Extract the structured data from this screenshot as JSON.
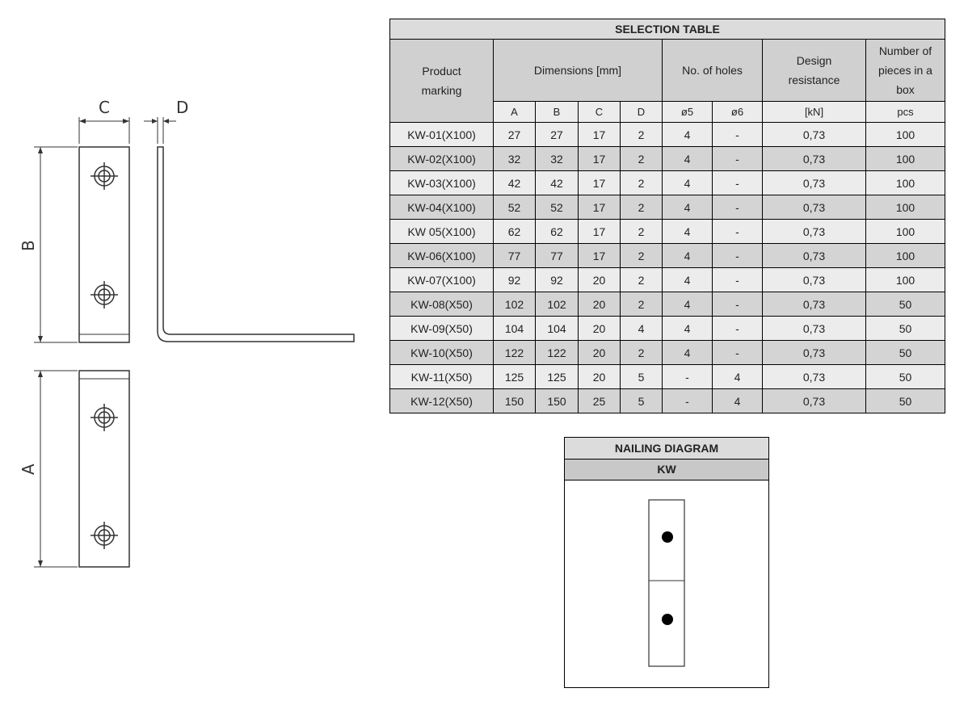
{
  "drawing": {
    "labels": {
      "c": "C",
      "d": "D",
      "b": "B",
      "a": "A"
    }
  },
  "selection_table": {
    "title": "SELECTION TABLE",
    "headers": {
      "product_marking": "Product marking",
      "dimensions": "Dimensions [mm]",
      "holes": "No. of holes",
      "design_resistance": "Design resistance",
      "pieces": "Number of pieces in a box"
    },
    "subheaders": {
      "a": "A",
      "b": "B",
      "c": "C",
      "d": "D",
      "d5": "ø5",
      "d6": "ø6",
      "kn": "[kN]",
      "pcs": "pcs"
    },
    "rows": [
      [
        "KW-01(X100)",
        "27",
        "27",
        "17",
        "2",
        "4",
        "-",
        "0,73",
        "100"
      ],
      [
        "KW-02(X100)",
        "32",
        "32",
        "17",
        "2",
        "4",
        "-",
        "0,73",
        "100"
      ],
      [
        "KW-03(X100)",
        "42",
        "42",
        "17",
        "2",
        "4",
        "-",
        "0,73",
        "100"
      ],
      [
        "KW-04(X100)",
        "52",
        "52",
        "17",
        "2",
        "4",
        "-",
        "0,73",
        "100"
      ],
      [
        "KW 05(X100)",
        "62",
        "62",
        "17",
        "2",
        "4",
        "-",
        "0,73",
        "100"
      ],
      [
        "KW-06(X100)",
        "77",
        "77",
        "17",
        "2",
        "4",
        "-",
        "0,73",
        "100"
      ],
      [
        "KW-07(X100)",
        "92",
        "92",
        "20",
        "2",
        "4",
        "-",
        "0,73",
        "100"
      ],
      [
        "KW-08(X50)",
        "102",
        "102",
        "20",
        "2",
        "4",
        "-",
        "0,73",
        "50"
      ],
      [
        "KW-09(X50)",
        "104",
        "104",
        "20",
        "4",
        "4",
        "-",
        "0,73",
        "50"
      ],
      [
        "KW-10(X50)",
        "122",
        "122",
        "20",
        "2",
        "4",
        "-",
        "0,73",
        "50"
      ],
      [
        "KW-11(X50)",
        "125",
        "125",
        "20",
        "5",
        "-",
        "4",
        "0,73",
        "50"
      ],
      [
        "KW-12(X50)",
        "150",
        "150",
        "25",
        "5",
        "-",
        "4",
        "0,73",
        "50"
      ]
    ]
  },
  "nailing_diagram": {
    "title": "NAILING DIAGRAM",
    "subtitle": "KW"
  }
}
